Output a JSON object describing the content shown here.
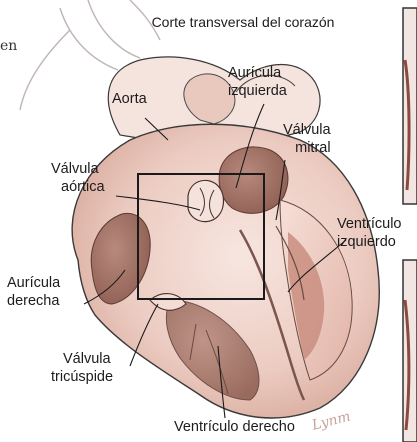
{
  "title": "Corte transversal del corazón",
  "left_fragment": "en",
  "labels": {
    "aorta": "Aorta",
    "auricula_izquierda": [
      "Aurícula",
      "izquierda"
    ],
    "valvula_mitral": [
      "Válvula",
      "mitral"
    ],
    "valvula_aortica": [
      "Válvula",
      "aórtica"
    ],
    "ventriculo_izquierdo": [
      "Ventrículo",
      "izquierdo"
    ],
    "auricula_derecha": [
      "Aurícula",
      "derecha"
    ],
    "valvula_tricuspide": [
      "Válvula",
      "tricúspide"
    ],
    "ventriculo_derecho": "Ventrículo derecho"
  },
  "signature": "Lynm",
  "colors": {
    "tissue_light": "#f3ddd6",
    "tissue_mid": "#e3b9ad",
    "chamber_dark": "#9a6a5c",
    "frame": "#1a1a1a"
  }
}
